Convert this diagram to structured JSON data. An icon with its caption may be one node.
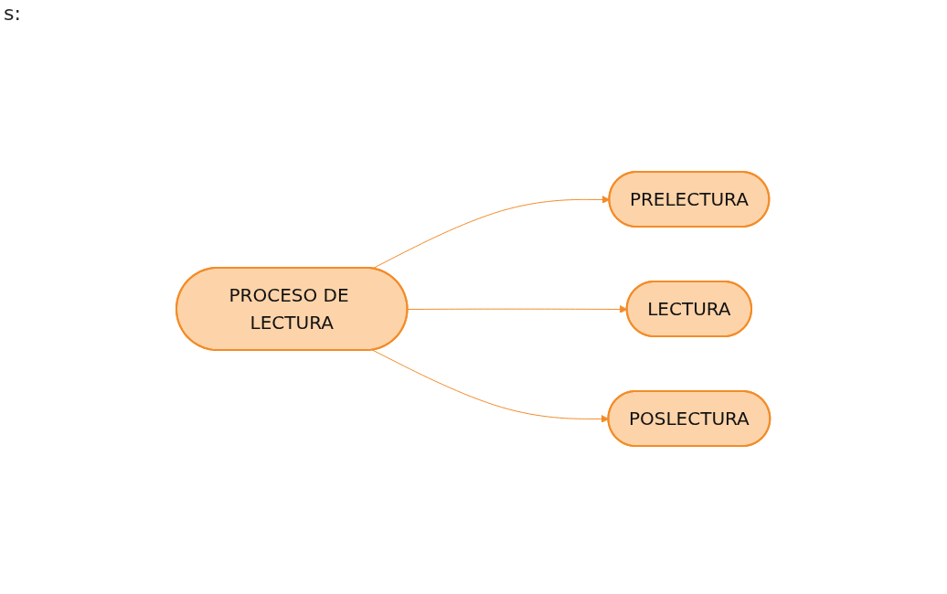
{
  "diagram": {
    "nodes": [
      {
        "text": [
          "PROCESO DE LECTURA"
        ]
      },
      {
        "text": [
          "PRELECTURA"
        ]
      },
      {
        "text": [
          "LECTURA"
        ]
      },
      {
        "text": [
          "POSLECTURA"
        ]
      }
    ],
    "edges": [
      {
        "from": 0,
        "to": 1,
        "arrow": "to"
      },
      {
        "from": 0,
        "to": 2,
        "arrow": "to"
      },
      {
        "from": 0,
        "to": 3,
        "arrow": "to"
      }
    ],
    "labels": [
      "s:"
    ]
  }
}
